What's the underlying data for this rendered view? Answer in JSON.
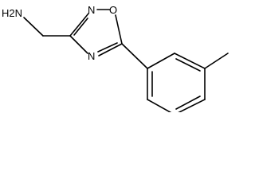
{
  "molecule": {
    "atoms": {
      "amine": "H2N",
      "ring_oxygen": "O",
      "ring_nitrogen_top": "N",
      "ring_nitrogen_bottom": "N"
    }
  },
  "colors": {
    "line": "#000000",
    "background": "#ffffff"
  }
}
